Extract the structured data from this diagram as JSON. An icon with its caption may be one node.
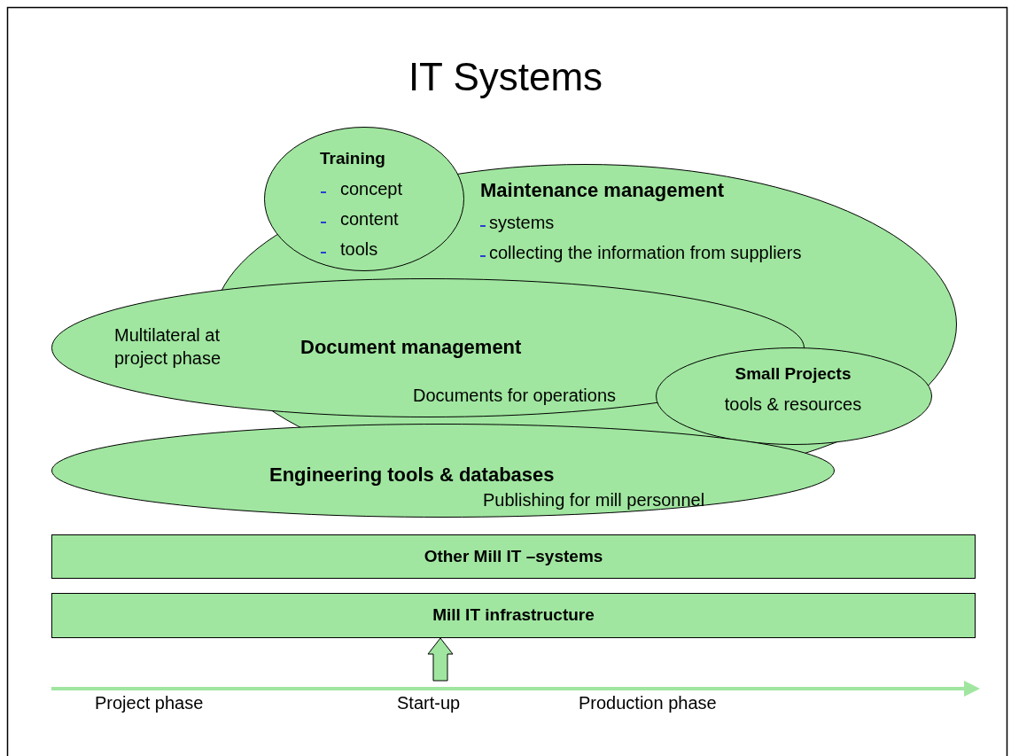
{
  "diagram": {
    "title": "IT Systems",
    "nodes": [
      {
        "text": [
          "Maintenance management",
          "systems",
          "collecting the information from suppliers"
        ]
      },
      {
        "text": [
          "Training",
          "concept",
          "content",
          "tools"
        ]
      },
      {
        "text": [
          "Multilateral at project phase",
          "Document management",
          "Documents for operations"
        ]
      },
      {
        "text": [
          "Small Projects",
          "tools & resources"
        ]
      },
      {
        "text": [
          "Engineering tools & databases",
          "Publishing for mill personnel"
        ]
      },
      {
        "text": [
          "Other Mill IT –systems"
        ]
      },
      {
        "text": [
          "Mill IT infrastructure"
        ]
      }
    ],
    "edges": [
      {
        "from": null,
        "to": 6,
        "arrow": "to"
      }
    ],
    "labels": [
      "Project phase",
      "Start-up",
      "Production phase"
    ]
  }
}
